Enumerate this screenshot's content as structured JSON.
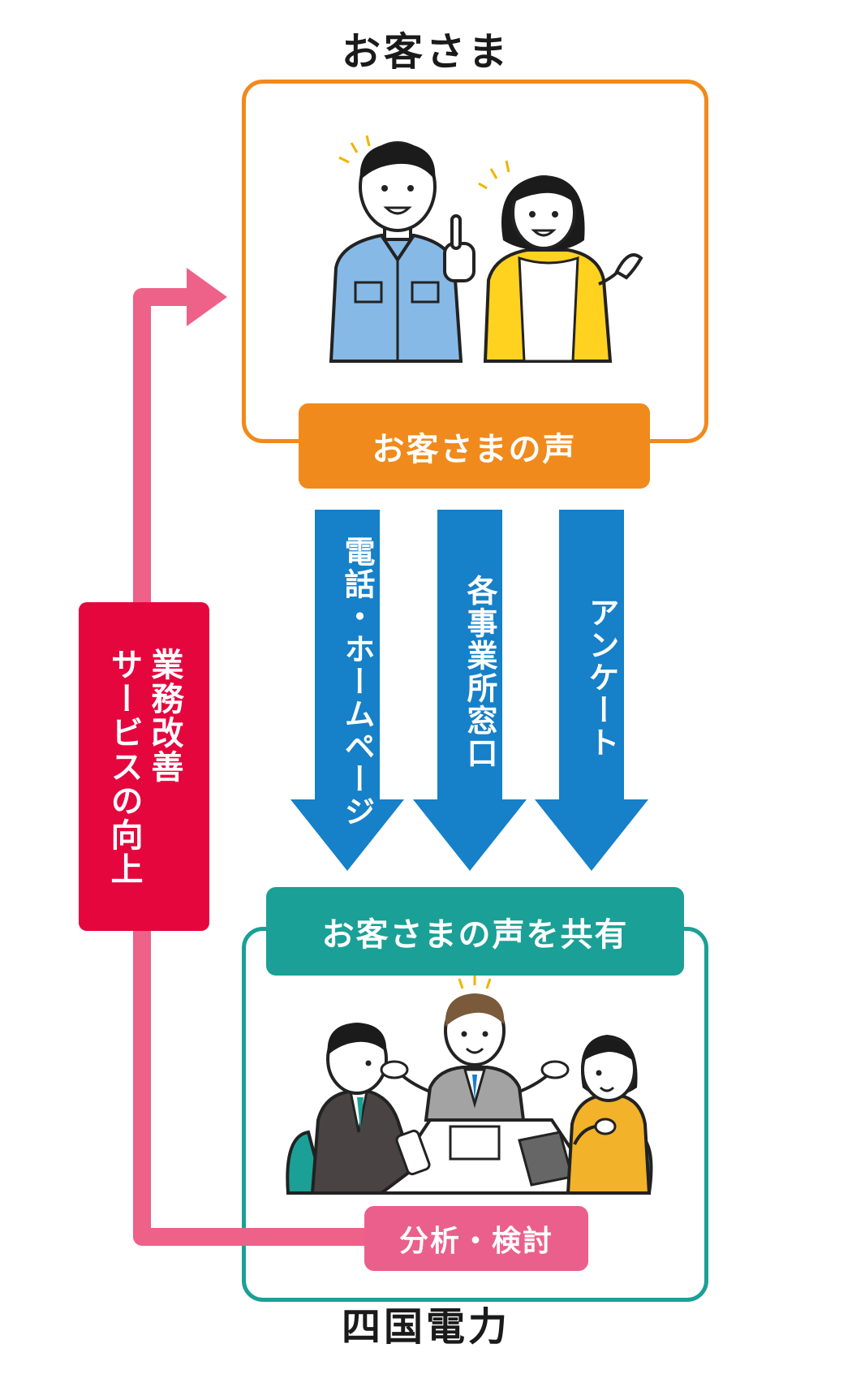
{
  "headings": {
    "customer": "お客さま",
    "company": "四国電力"
  },
  "labels": {
    "customer_voice": "お客さまの声",
    "share_voice": "お客さまの声を共有",
    "analysis": "分析・検討",
    "improvement": "業務改善\nサービスの向上"
  },
  "channels": [
    "電話・ホームページ",
    "各事業所窓口",
    "アンケート"
  ],
  "colors": {
    "customer_orange": "#f08a1c",
    "company_teal": "#1aa096",
    "channel_blue": "#1680c8",
    "feedback_pink": "#ee6189",
    "improvement_red": "#e5063e"
  }
}
